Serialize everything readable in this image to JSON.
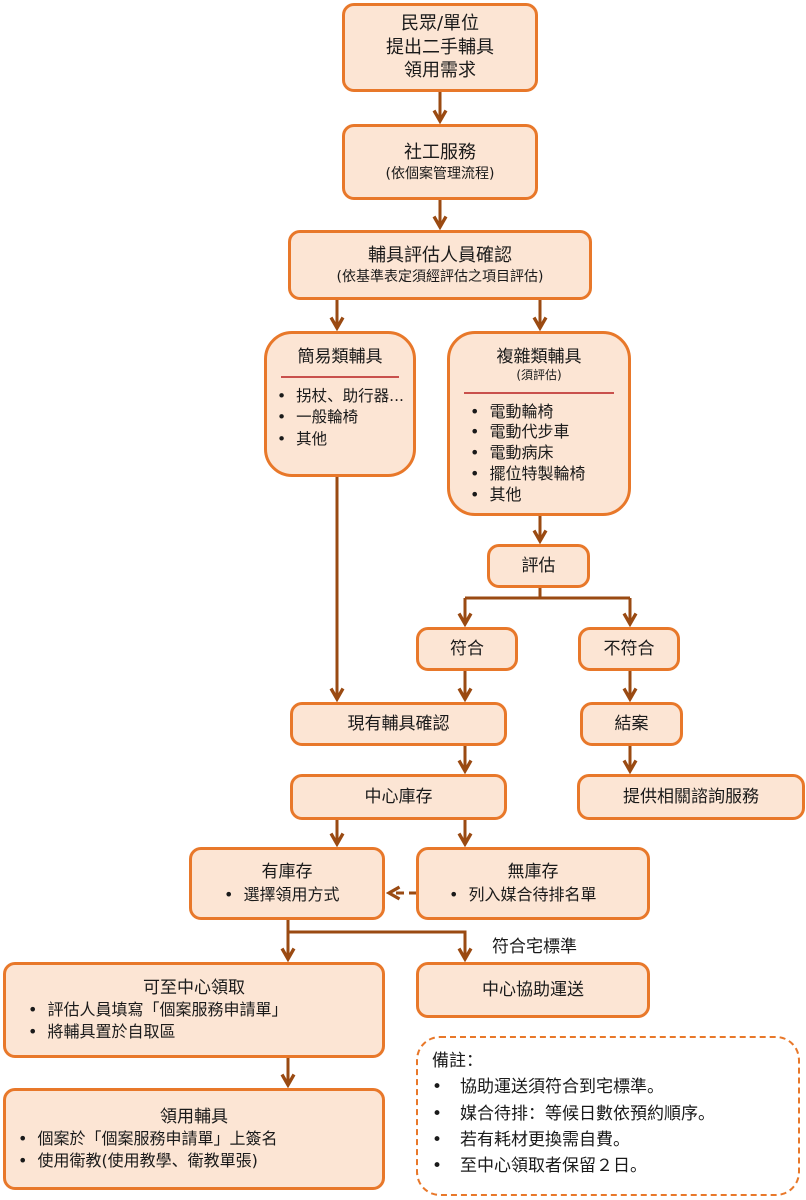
{
  "nodes": {
    "request": {
      "lines": [
        "民眾/單位",
        "提出二手輔具",
        "領用需求"
      ]
    },
    "social": {
      "title": "社工服務",
      "sub": "(依個案管理流程)"
    },
    "assess_confirm": {
      "title": "輔具評估人員確認",
      "sub": "(依基準表定須經評估之項目評估)"
    },
    "simple": {
      "title": "簡易類輔具",
      "items": [
        "拐杖、助行器...",
        "一般輪椅",
        "其他"
      ]
    },
    "complex": {
      "title": "複雜類輔具",
      "sub": "(須評估)",
      "items": [
        "電動輪椅",
        "電動代步車",
        "電動病床",
        "擺位特製輪椅",
        "其他"
      ]
    },
    "evaluate": {
      "title": "評估"
    },
    "match": {
      "title": "符合"
    },
    "nomatch": {
      "title": "不符合"
    },
    "existing": {
      "title": "現有輔具確認"
    },
    "close": {
      "title": "結案"
    },
    "stock": {
      "title": "中心庫存"
    },
    "consult": {
      "title": "提供相關諮詢服務"
    },
    "instock": {
      "title": "有庫存",
      "items": [
        "選擇領用方式"
      ]
    },
    "nostock": {
      "title": "無庫存",
      "items": [
        "列入媒合待排名單"
      ]
    },
    "pickup": {
      "title": "可至中心領取",
      "items": [
        "評估人員填寫「個案服務申請單」",
        "將輔具置於自取區"
      ]
    },
    "delivery": {
      "title": "中心協助運送"
    },
    "receive": {
      "title": "領用輔具",
      "items": [
        "個案於「個案服務申請單」上簽名",
        "使用衛教(使用教學、衛教單張)"
      ]
    }
  },
  "edge_label": "符合宅標準",
  "note": {
    "title": "備註：",
    "items": [
      "協助運送須符合到宅標準。",
      "媒合待排：等候日數依預約順序。",
      "若有耗材更換需自費。",
      "至中心領取者保留２日。"
    ]
  },
  "colors": {
    "fill": "#fce5d4",
    "border": "#e8782a",
    "arrow": "#9a4a12",
    "rule": "#c9504c"
  }
}
